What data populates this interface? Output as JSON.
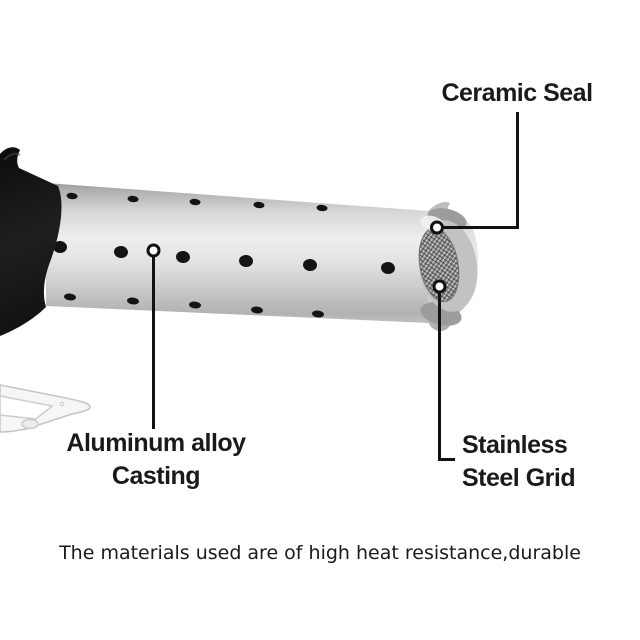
{
  "callouts": {
    "ceramic_seal": {
      "label": "Ceramic Seal"
    },
    "aluminum_casting": {
      "line1": "Aluminum alloy",
      "line2": "Casting"
    },
    "stainless_grid": {
      "line1": "Stainless",
      "line2": "Steel Grid"
    }
  },
  "caption": {
    "text": "The materials used are of high heat resistance,durable"
  },
  "parts": {
    "tube": "perforated-aluminum-tube",
    "collar": "black-handle-collar",
    "nozzle": "nozzle-end-cap",
    "grid": "stainless-steel-mesh-grid",
    "stand": "wire-stand-base"
  },
  "colors": {
    "background": "#ffffff",
    "text": "#1a1a1a",
    "callout_line": "#111111",
    "marker_fill": "#ffffff",
    "hole": "#141414",
    "handle": "#161616"
  }
}
